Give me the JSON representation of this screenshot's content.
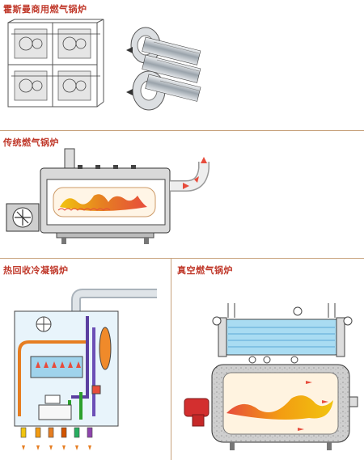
{
  "sections": {
    "heat_exchanger": {
      "title": "霍斯曼商用燃气锅炉"
    },
    "traditional": {
      "title": "传统燃气锅炉"
    },
    "condensing": {
      "title": "热回收冷凝锅炉"
    },
    "vacuum": {
      "title": "真空燃气锅炉"
    }
  },
  "colors": {
    "title_red": "#c0392b",
    "rule_tan": "#c7a27c",
    "flame_orange": "#f39c12",
    "flame_red": "#e74c3c",
    "pipe_gray": "#b9c1c8",
    "water_blue": "#8fd0ee"
  }
}
